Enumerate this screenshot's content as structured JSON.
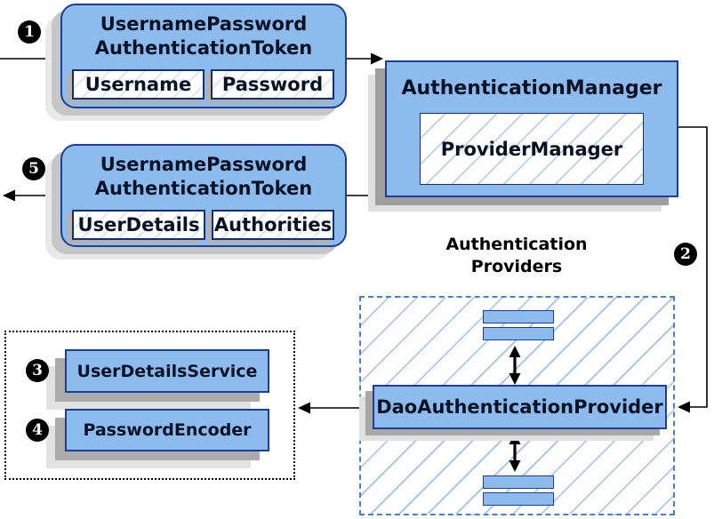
{
  "diagram": {
    "steps": {
      "step1": "1",
      "step2": "2",
      "step3": "3",
      "step4": "4",
      "step5": "5"
    },
    "nodes": {
      "token_request": {
        "title_line1": "UsernamePassword",
        "title_line2": "AuthenticationToken",
        "fields": [
          "Username",
          "Password"
        ]
      },
      "token_response": {
        "title_line1": "UsernamePassword",
        "title_line2": "AuthenticationToken",
        "fields": [
          "UserDetails",
          "Authorities"
        ]
      },
      "authentication_manager": {
        "title": "AuthenticationManager",
        "inner": "ProviderManager"
      },
      "authentication_providers": {
        "heading_line1": "Authentication",
        "heading_line2": "Providers",
        "provider": "DaoAuthenticationProvider"
      },
      "user_details_service": "UserDetailsService",
      "password_encoder": "PasswordEncoder"
    },
    "colors": {
      "node_fill": "#8dbbee",
      "node_border": "#1c3e94",
      "hatch_line": "#9cc2ec",
      "dashed_border": "#4d7fc4",
      "dotted_border": "#000000",
      "shadow_dark": "#a8a8a8",
      "shadow_light": "#e0e0e0",
      "arrow": "#000000",
      "badge_bg": "#000000",
      "badge_text": "#ffffff"
    }
  }
}
